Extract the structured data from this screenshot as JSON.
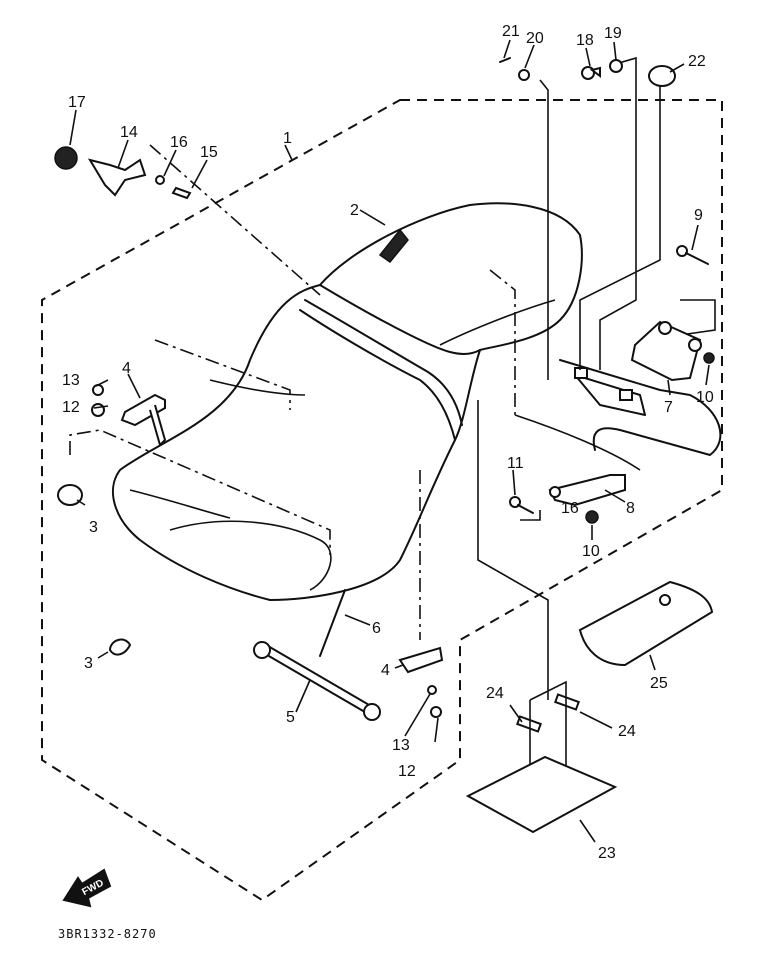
{
  "diagram": {
    "subject": "Seat assembly exploded parts diagram",
    "catalog_code": "3BR1332-8270",
    "direction_indicator": "FWD",
    "part_labels": [
      {
        "id": "1",
        "text": "1"
      },
      {
        "id": "2",
        "text": "2"
      },
      {
        "id": "3a",
        "text": "3"
      },
      {
        "id": "3b",
        "text": "3"
      },
      {
        "id": "4a",
        "text": "4"
      },
      {
        "id": "4b",
        "text": "4"
      },
      {
        "id": "5",
        "text": "5"
      },
      {
        "id": "6",
        "text": "6"
      },
      {
        "id": "7",
        "text": "7"
      },
      {
        "id": "8",
        "text": "8"
      },
      {
        "id": "9",
        "text": "9"
      },
      {
        "id": "10a",
        "text": "10"
      },
      {
        "id": "10b",
        "text": "10"
      },
      {
        "id": "11",
        "text": "11"
      },
      {
        "id": "12a",
        "text": "12"
      },
      {
        "id": "12b",
        "text": "12"
      },
      {
        "id": "13a",
        "text": "13"
      },
      {
        "id": "13b",
        "text": "13"
      },
      {
        "id": "14",
        "text": "14"
      },
      {
        "id": "15",
        "text": "15"
      },
      {
        "id": "16a",
        "text": "16"
      },
      {
        "id": "16b",
        "text": "16"
      },
      {
        "id": "17",
        "text": "17"
      },
      {
        "id": "18",
        "text": "18"
      },
      {
        "id": "19",
        "text": "19"
      },
      {
        "id": "20",
        "text": "20"
      },
      {
        "id": "21",
        "text": "21"
      },
      {
        "id": "22",
        "text": "22"
      },
      {
        "id": "23",
        "text": "23"
      },
      {
        "id": "24a",
        "text": "24"
      },
      {
        "id": "24b",
        "text": "24"
      },
      {
        "id": "25",
        "text": "25"
      }
    ]
  }
}
